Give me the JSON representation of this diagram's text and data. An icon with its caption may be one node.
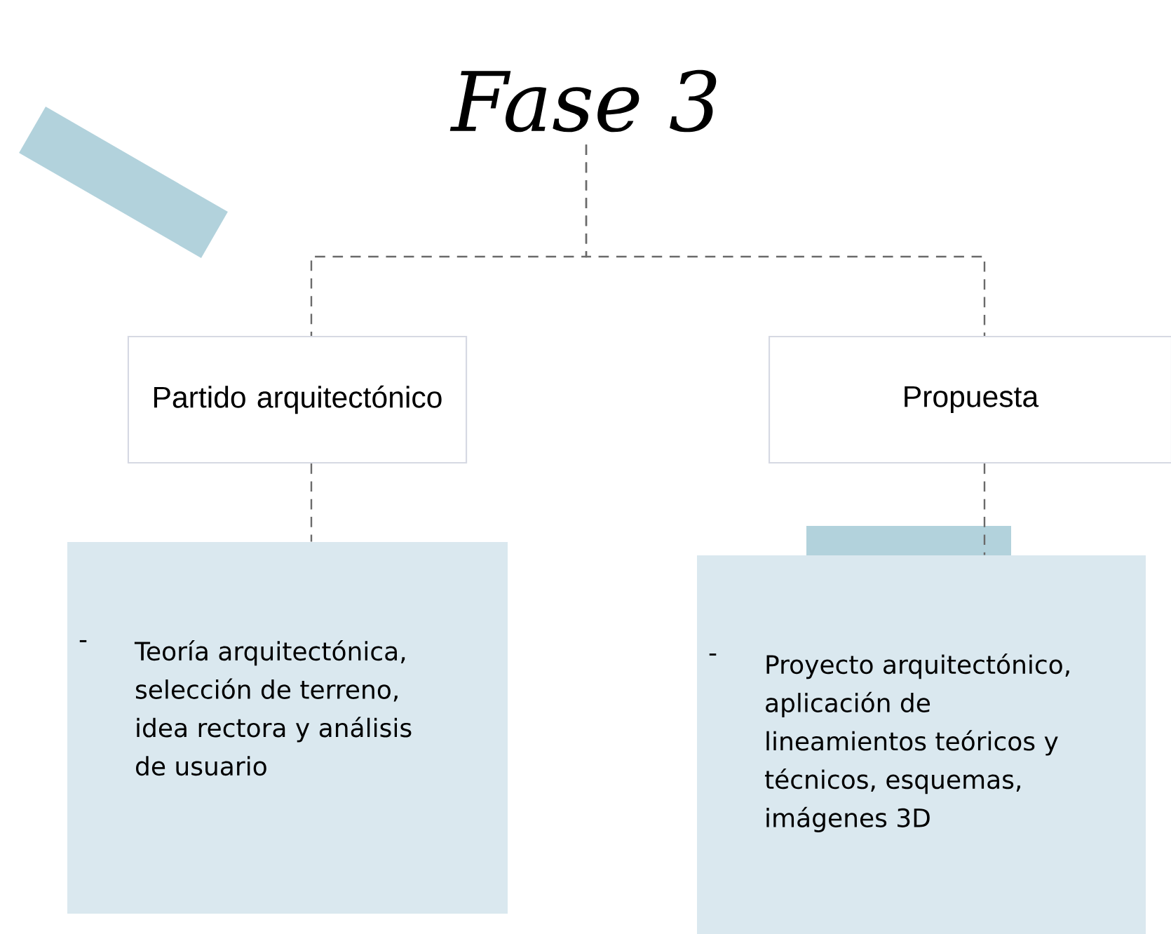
{
  "diagram": {
    "nodes": [
      {
        "text": [
          "Fase 3"
        ]
      },
      {
        "text": [
          "Partido arquitectónico"
        ]
      },
      {
        "text": [
          "Propuesta"
        ]
      },
      {
        "text": [
          "-",
          "Teoría arquitectónica, selección de terreno, idea rectora y análisis de usuario"
        ]
      },
      {
        "text": [
          "-",
          "Proyecto arquitectónico, aplicación de lineamientos teóricos y técnicos, esquemas, imágenes 3D"
        ]
      }
    ],
    "edges": [
      {
        "from": 0,
        "to": 1,
        "arrow": "none",
        "style": "dashed"
      },
      {
        "from": 0,
        "to": 2,
        "arrow": "none",
        "style": "dashed"
      },
      {
        "from": 1,
        "to": 3,
        "arrow": "none",
        "style": "dashed"
      },
      {
        "from": 2,
        "to": 4,
        "arrow": "none",
        "style": "dashed"
      }
    ]
  }
}
